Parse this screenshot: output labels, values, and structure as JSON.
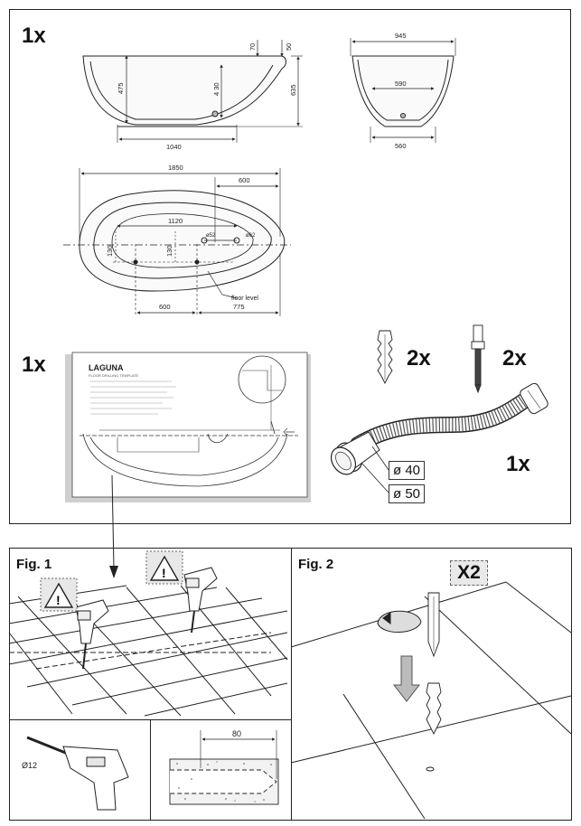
{
  "top_panel": {
    "qty_bathtub": "1x",
    "qty_template": "1x",
    "qty_dowel": "2x",
    "qty_screw": "2x",
    "qty_hose": "1x"
  },
  "side_view": {
    "dim_70": "70",
    "dim_50": "50",
    "dim_475": "475",
    "dim_430": "4 30",
    "dim_635": "635",
    "dim_1040": "1040"
  },
  "end_view": {
    "dim_945": "945",
    "dim_590": "590",
    "dim_560": "560"
  },
  "plan_view": {
    "dim_1850": "1850",
    "dim_600_top": "600",
    "dim_1120": "1120",
    "dim_130_left": "130",
    "dim_130_mid": "130",
    "dim_o52": "ø52",
    "dim_o62": "ø62",
    "floor_level": "floor level",
    "dim_600_bottom": "600",
    "dim_775": "775"
  },
  "template": {
    "title": "LAGUNA",
    "subtitle": "FLOOR DRILLING TEMPLATE"
  },
  "hose": {
    "diam_40": "ø 40",
    "diam_50": "ø 50"
  },
  "fig1": {
    "label": "Fig. 1",
    "drill_diameter": "Ø12",
    "depth": "80"
  },
  "fig2": {
    "label": "Fig. 2",
    "repeat": "X2"
  }
}
